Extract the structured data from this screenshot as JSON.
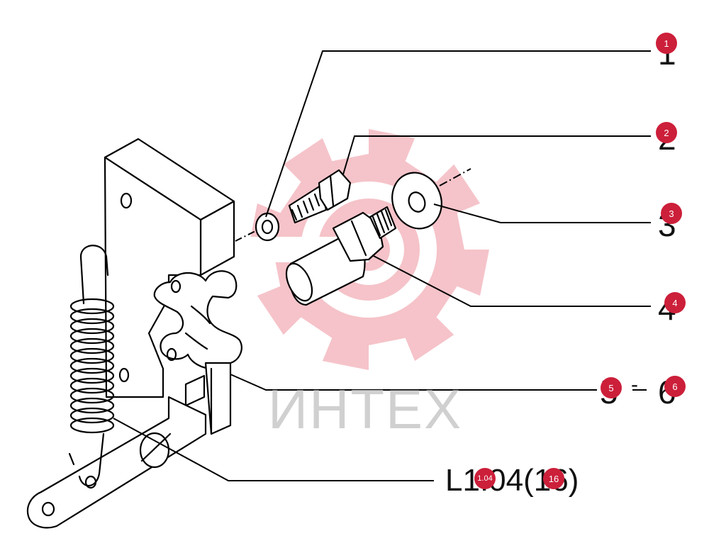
{
  "colors": {
    "badge": "#cc1f3a",
    "watermark_gear": "#f2b0b8",
    "watermark_text": "#c8c8c8",
    "ink": "#000000"
  },
  "watermark": {
    "text": "ИНТЕХ"
  },
  "reference": {
    "text": "L1.04(16)"
  },
  "part_labels": [
    "1",
    "2",
    "3",
    "4",
    "5",
    "-",
    "6"
  ],
  "badges": [
    {
      "id": "1",
      "label": "1"
    },
    {
      "id": "2",
      "label": "2"
    },
    {
      "id": "3",
      "label": "3"
    },
    {
      "id": "4",
      "label": "4"
    },
    {
      "id": "5",
      "label": "5"
    },
    {
      "id": "6",
      "label": "6"
    },
    {
      "id": "ref-1",
      "label": "1.04"
    },
    {
      "id": "ref-2",
      "label": "16"
    }
  ]
}
